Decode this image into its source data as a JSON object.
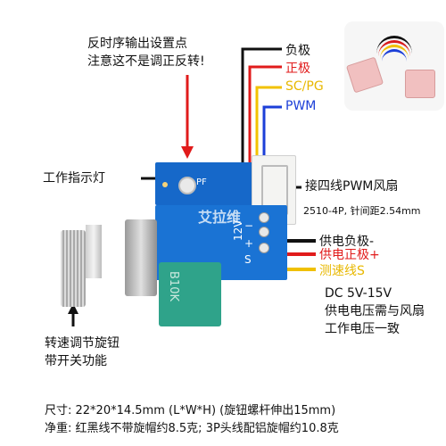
{
  "title_note": {
    "line1": "反时序输出设置点",
    "line2": "注意这不是调正反转!"
  },
  "labels": {
    "indicator": "工作指示灯",
    "knob": {
      "line1": "转速调节旋钮",
      "line2": "带开关功能"
    }
  },
  "fan_wires": [
    {
      "label": "负极",
      "color": "#111111"
    },
    {
      "label": "正极",
      "color": "#e11b1b"
    },
    {
      "label": "SC/PG",
      "color": "#f2c200"
    },
    {
      "label": "PWM",
      "color": "#1c3fd8"
    }
  ],
  "fan_connector": {
    "title": "接四线PWM风扇",
    "spec": "2510-4P, 针间距2.54mm"
  },
  "supply_wires": [
    {
      "label": "供电负极-",
      "color": "#111111"
    },
    {
      "label": "供电正极+",
      "color": "#e11b1b"
    },
    {
      "label": "测速线S",
      "color": "#e8b800"
    }
  ],
  "voltage_note": {
    "line1": "DC 5V-15V",
    "line2": "供电电压需与风扇",
    "line3": "工作电压一致"
  },
  "pcb_silk": {
    "pf": "PF",
    "pot_code": "B10K",
    "pins_left": "12V",
    "pins_mid": "S",
    "pins_minus": "−",
    "pins_plus": "+"
  },
  "watermark": "艾拉维",
  "specs": {
    "size": "尺寸: 22*20*14.5mm (L*W*H) (旋钮螺杆伸出15mm)",
    "weight": "净重: 红黑线不带旋帽约8.5克; 3P头线配铝旋帽约10.8克"
  }
}
